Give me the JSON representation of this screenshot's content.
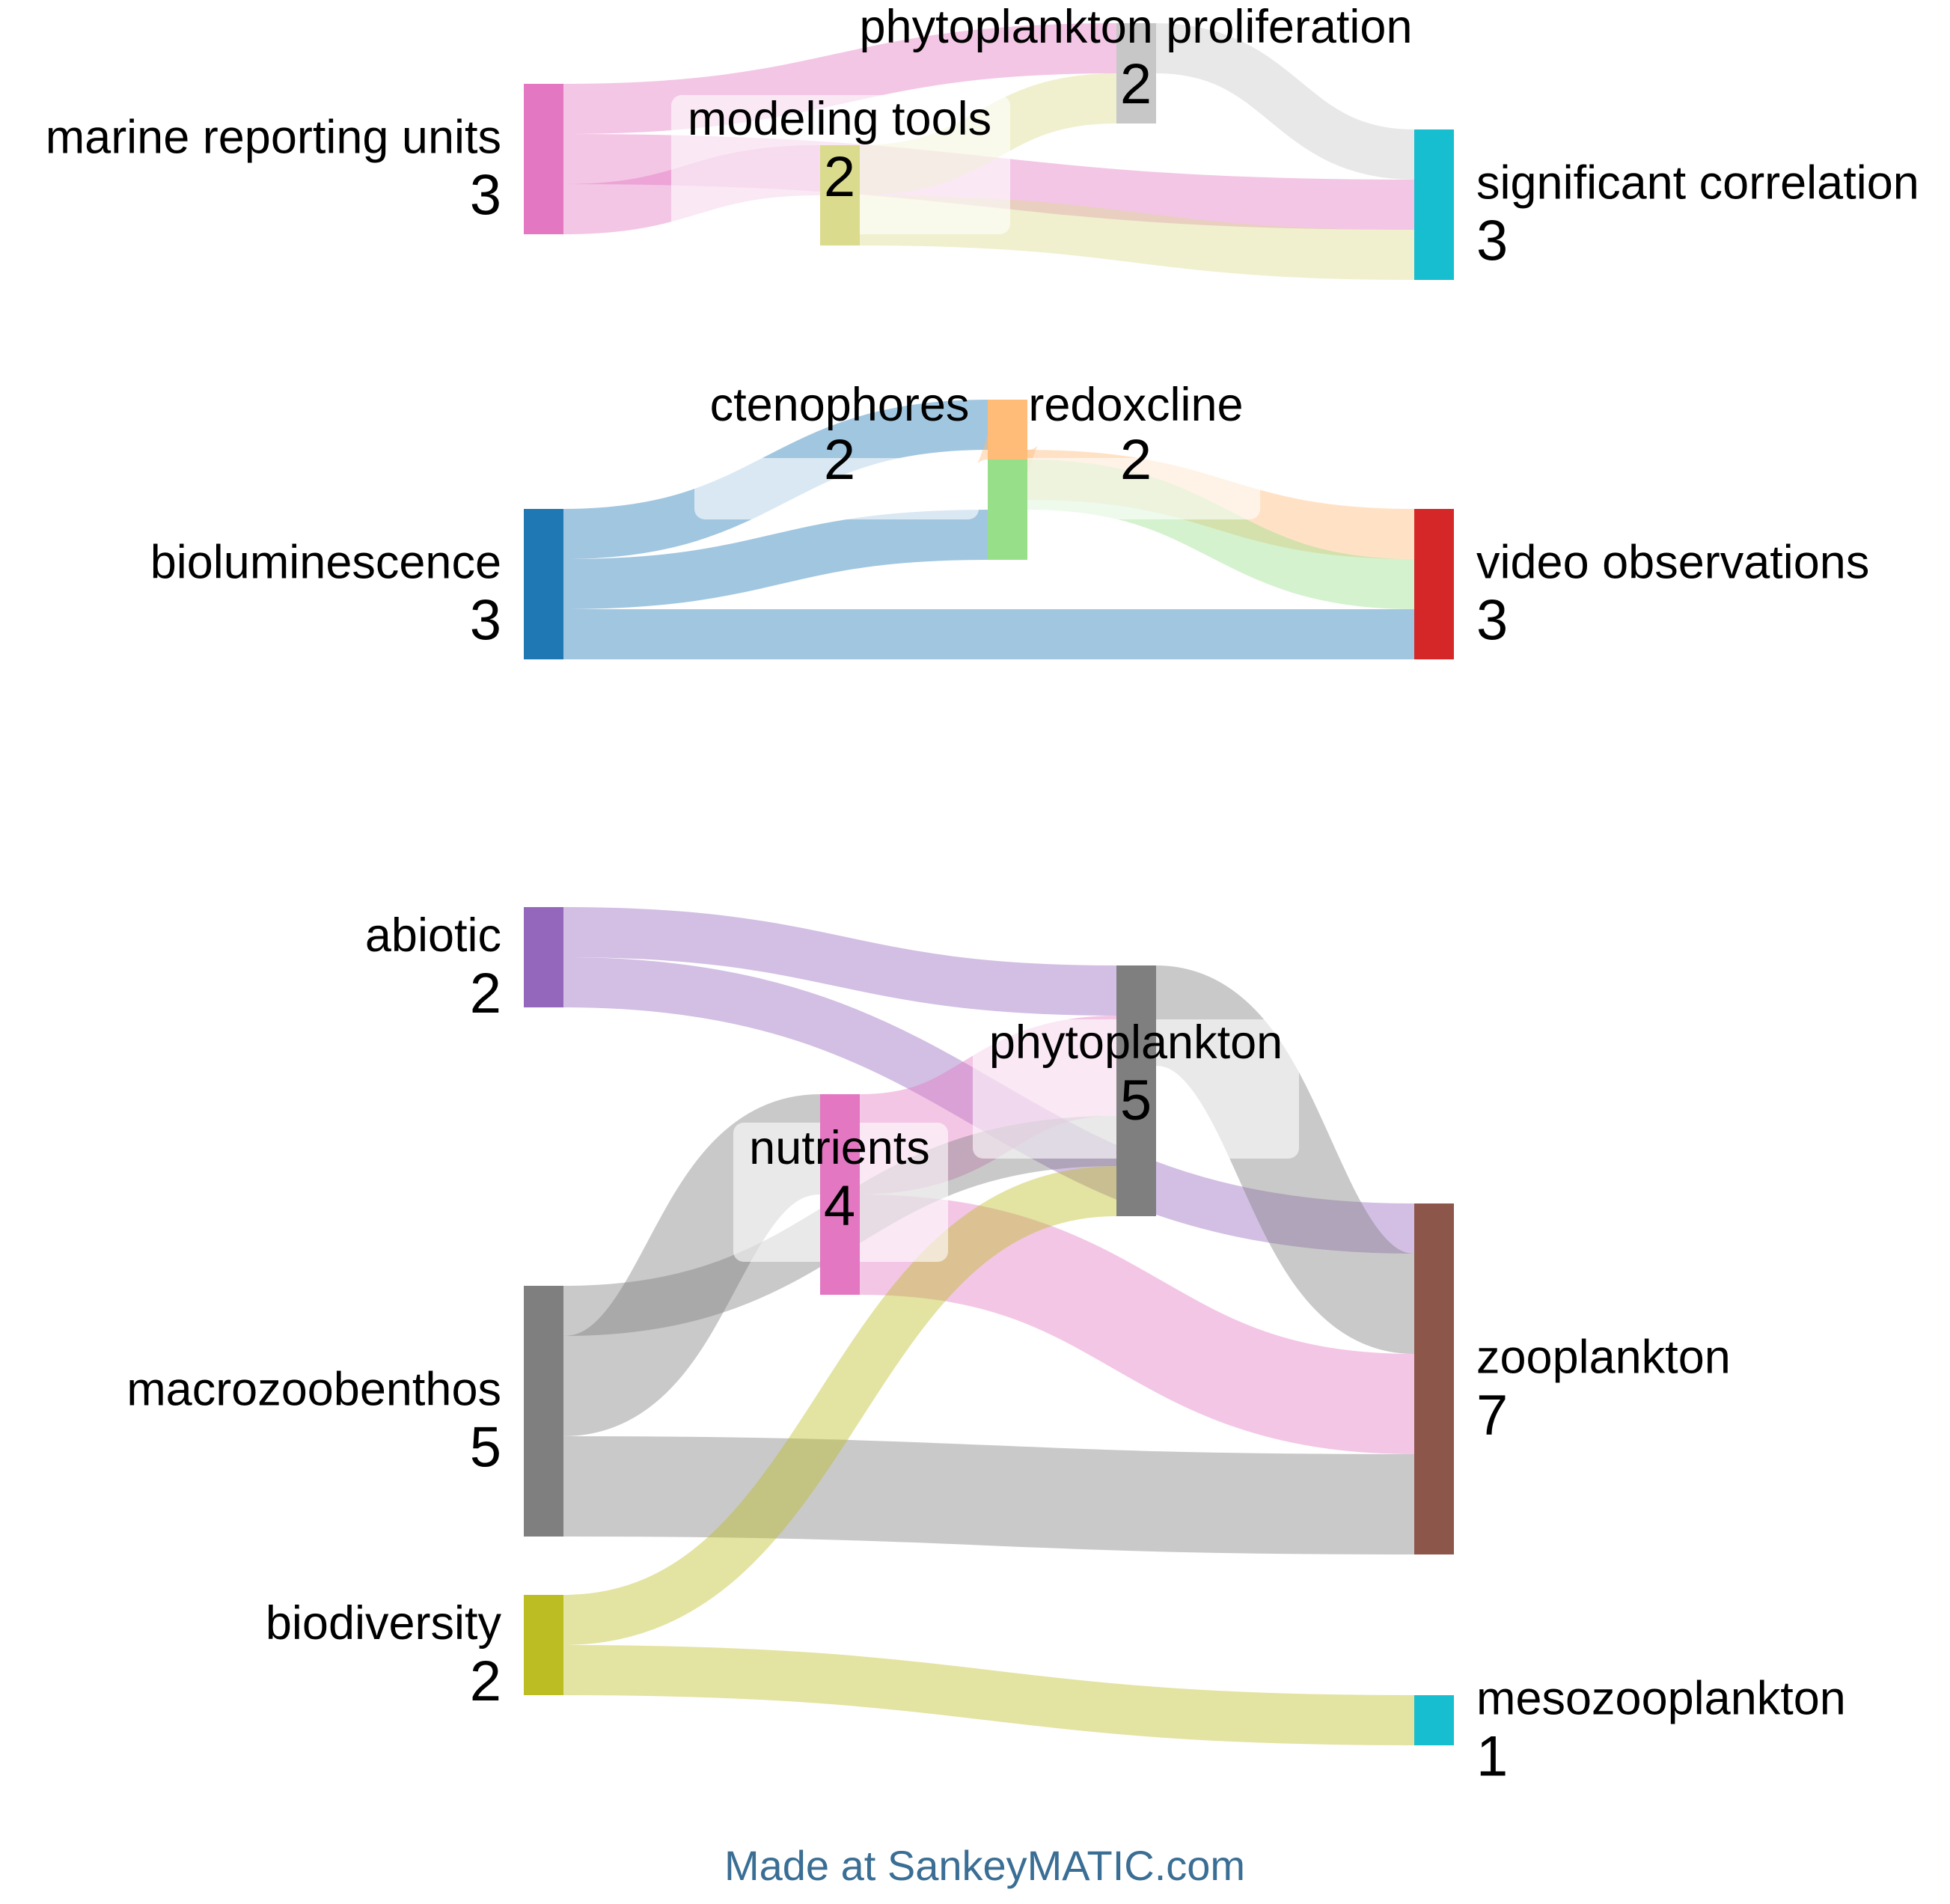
{
  "diagram": {
    "type": "sankey",
    "nodes": [
      {
        "id": "mru",
        "label": "marine reporting units",
        "value": "3",
        "color": "#e377c2"
      },
      {
        "id": "mt",
        "label": "modeling tools",
        "value": "2",
        "color": "#dbdb8d"
      },
      {
        "id": "pp",
        "label": "phytoplankton proliferation",
        "value": "2",
        "color": "#c7c7c7"
      },
      {
        "id": "sc",
        "label": "significant correlation",
        "value": "3",
        "color": "#17becf"
      },
      {
        "id": "bio",
        "label": "bioluminescence",
        "value": "3",
        "color": "#1f77b4"
      },
      {
        "id": "cte",
        "label": "ctenophores",
        "value": "2",
        "color": "#ffbb78"
      },
      {
        "id": "red",
        "label": "redoxcline",
        "value": "2",
        "color": "#98df8a"
      },
      {
        "id": "vid",
        "label": "video observations",
        "value": "3",
        "color": "#d62728"
      },
      {
        "id": "abi",
        "label": "abiotic",
        "value": "2",
        "color": "#9467bd"
      },
      {
        "id": "nut",
        "label": "nutrients",
        "value": "4",
        "color": "#e377c2"
      },
      {
        "id": "phy",
        "label": "phytoplankton",
        "value": "5",
        "color": "#7f7f7f"
      },
      {
        "id": "mac",
        "label": "macrozoobenthos",
        "value": "5",
        "color": "#7f7f7f"
      },
      {
        "id": "bdv",
        "label": "biodiversity",
        "value": "2",
        "color": "#bcbd22"
      },
      {
        "id": "zoo",
        "label": "zooplankton",
        "value": "7",
        "color": "#8c564b"
      },
      {
        "id": "mes",
        "label": "mesozooplankton",
        "value": "1",
        "color": "#17becf"
      }
    ],
    "links": [
      {
        "source": "mru",
        "target": "pp",
        "value": 1
      },
      {
        "source": "mru",
        "target": "mt",
        "value": 1
      },
      {
        "source": "mru",
        "target": "sc",
        "value": 1
      },
      {
        "source": "mt",
        "target": "pp",
        "value": 1
      },
      {
        "source": "mt",
        "target": "sc",
        "value": 1
      },
      {
        "source": "pp",
        "target": "sc",
        "value": 1
      },
      {
        "source": "bio",
        "target": "cte",
        "value": 1
      },
      {
        "source": "bio",
        "target": "red",
        "value": 1
      },
      {
        "source": "bio",
        "target": "vid",
        "value": 1
      },
      {
        "source": "cte",
        "target": "red",
        "value": 1
      },
      {
        "source": "cte",
        "target": "vid",
        "value": 1
      },
      {
        "source": "red",
        "target": "vid",
        "value": 1
      },
      {
        "source": "abi",
        "target": "phy",
        "value": 1
      },
      {
        "source": "abi",
        "target": "zoo",
        "value": 1
      },
      {
        "source": "nut",
        "target": "phy",
        "value": 2
      },
      {
        "source": "nut",
        "target": "zoo",
        "value": 2
      },
      {
        "source": "mac",
        "target": "nut",
        "value": 2
      },
      {
        "source": "mac",
        "target": "phy",
        "value": 1
      },
      {
        "source": "mac",
        "target": "zoo",
        "value": 2
      },
      {
        "source": "bdv",
        "target": "phy",
        "value": 1
      },
      {
        "source": "bdv",
        "target": "mes",
        "value": 1
      },
      {
        "source": "phy",
        "target": "zoo",
        "value": 2
      }
    ]
  },
  "footer": "Made at SankeyMATIC.com"
}
